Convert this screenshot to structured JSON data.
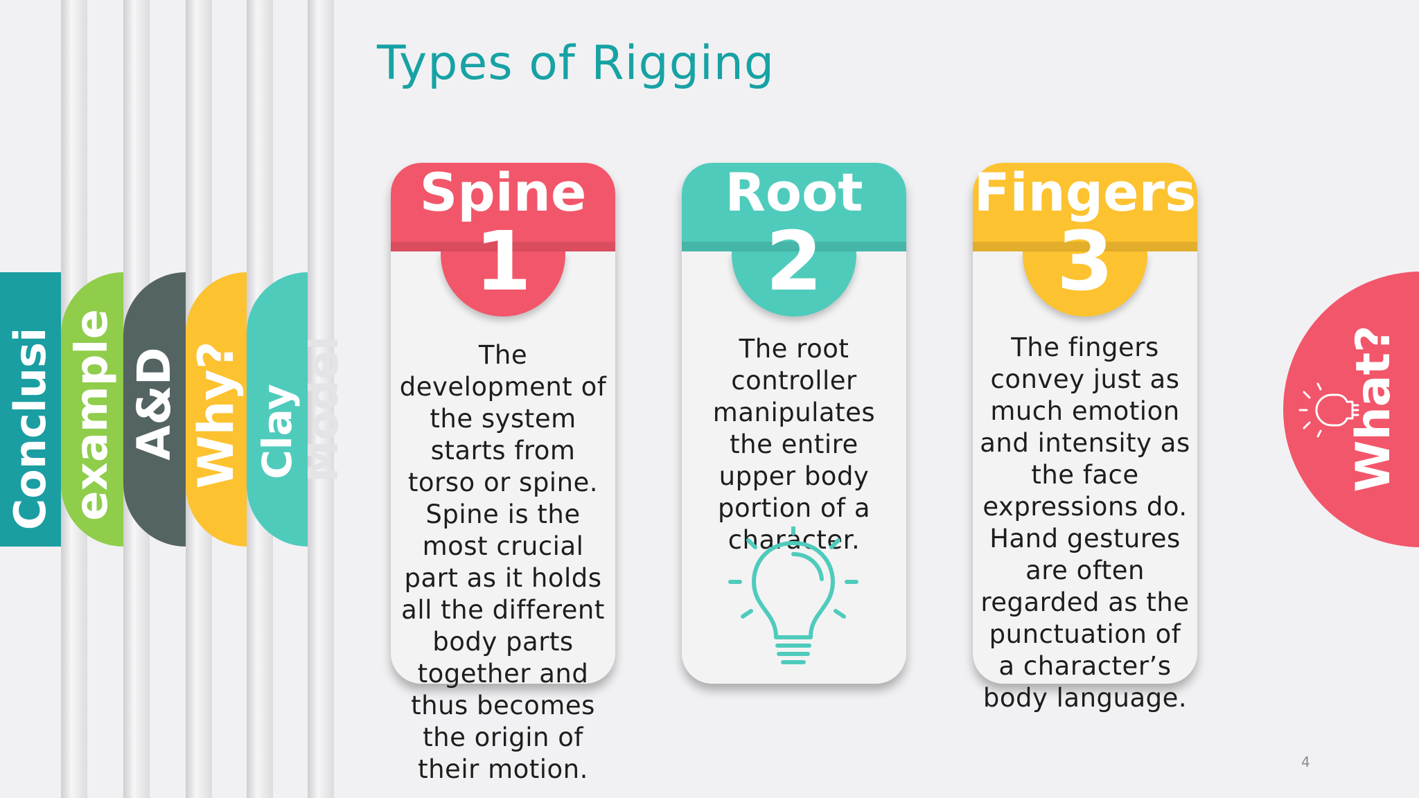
{
  "slide": {
    "title": "Types of Rigging",
    "page_number": "4"
  },
  "tabs": [
    {
      "label": "Conclusi",
      "color": "#1a9ea2"
    },
    {
      "label": "example",
      "color": "#8fcd4b"
    },
    {
      "label": "A&D",
      "color": "#546463"
    },
    {
      "label": "Why?",
      "color": "#fcc230"
    },
    {
      "label": "Clay",
      "color": "#4fcbbc"
    },
    {
      "label": "Model",
      "color": "#e8e8ea"
    }
  ],
  "cards": [
    {
      "title": "Spine",
      "number": "1",
      "color": "#f2566a",
      "text": "The development of the system starts from torso or spine. Spine is the most crucial part as it holds all the different body parts together and thus becomes the origin of their motion."
    },
    {
      "title": "Root",
      "number": "2",
      "color": "#4fcbbc",
      "text": "The root controller manipulates the entire upper body portion of a character.",
      "icon": "lightbulb-icon"
    },
    {
      "title": "Fingers",
      "number": "3",
      "color": "#fcc230",
      "text": "The fingers convey just as much emotion and intensity as the face expressions do. Hand gestures are often regarded as the punctuation of a character’s body language."
    }
  ],
  "side_tab": {
    "label": "What?",
    "color": "#f2566a",
    "icon": "lightbulb-icon"
  }
}
